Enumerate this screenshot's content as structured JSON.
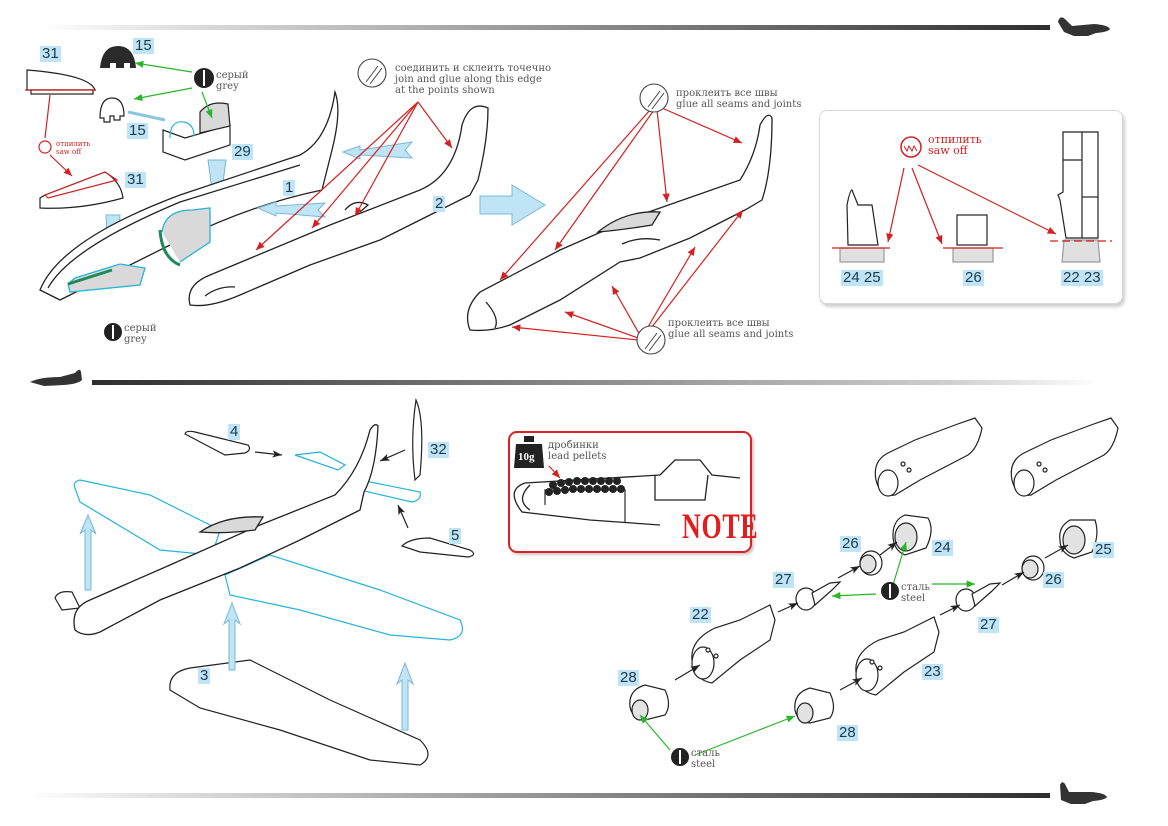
{
  "sheet": {
    "colors": {
      "part_number_bg": "#bfe4f6",
      "part_number_text": "#1b3a4e",
      "saw_off_red": "#d42020",
      "paint_arrow_green": "#2bb52b",
      "installed_part_cyan": "#24b4d8",
      "assembly_arrow_blue": "#bfe4f6",
      "outline": "#222222",
      "divider_dark": "#333333"
    }
  },
  "step1": {
    "parts": {
      "p31_top": "31",
      "p15_top": "15",
      "p15_mid": "15",
      "p29": "29",
      "p31_mid": "31",
      "p1": "1",
      "p2": "2"
    },
    "paint_grey_top": {
      "ru": "серый",
      "en": "grey",
      "icon": "paint-drop-icon"
    },
    "paint_grey_bottom": {
      "ru": "серый",
      "en": "grey",
      "icon": "paint-drop-icon"
    },
    "saw_off_small": {
      "ru": "отпилить",
      "en": "saw off",
      "icon": "saw-icon"
    },
    "glue_points": {
      "ru": "соединить и склеить точечно",
      "en_line1": "join and glue along this edge",
      "en_line2": "at the points shown",
      "icon": "glue-tube-icon"
    }
  },
  "step2": {
    "glue_seams_top": {
      "ru": "проклеить все швы",
      "en": "glue all seams and joints",
      "icon": "glue-tube-icon"
    },
    "glue_seams_bottom": {
      "ru": "проклеить все швы",
      "en": "glue all seams and joints",
      "icon": "glue-tube-icon"
    }
  },
  "saw_box": {
    "ru": "отпилить",
    "en": "saw off",
    "icon": "saw-icon",
    "labels": [
      "24 25",
      "26",
      "22 23"
    ]
  },
  "step3": {
    "parts": {
      "p4": "4",
      "p32": "32",
      "p5": "5",
      "p3": "3"
    }
  },
  "note_box": {
    "weight": "10g",
    "ru": "дробинки",
    "en": "lead pellets",
    "word": "NOTE"
  },
  "step4": {
    "parts": {
      "p26_left": "26",
      "p24": "24",
      "p27_left": "27",
      "p22": "22",
      "p28_left": "28",
      "p25": "25",
      "p26_right": "26",
      "p27_right": "27",
      "p23": "23",
      "p28_right": "28"
    },
    "paint_steel_mid": {
      "ru": "сталь",
      "en": "steel",
      "icon": "paint-drop-icon"
    },
    "paint_steel_bottom": {
      "ru": "сталь",
      "en": "steel",
      "icon": "paint-drop-icon"
    }
  }
}
